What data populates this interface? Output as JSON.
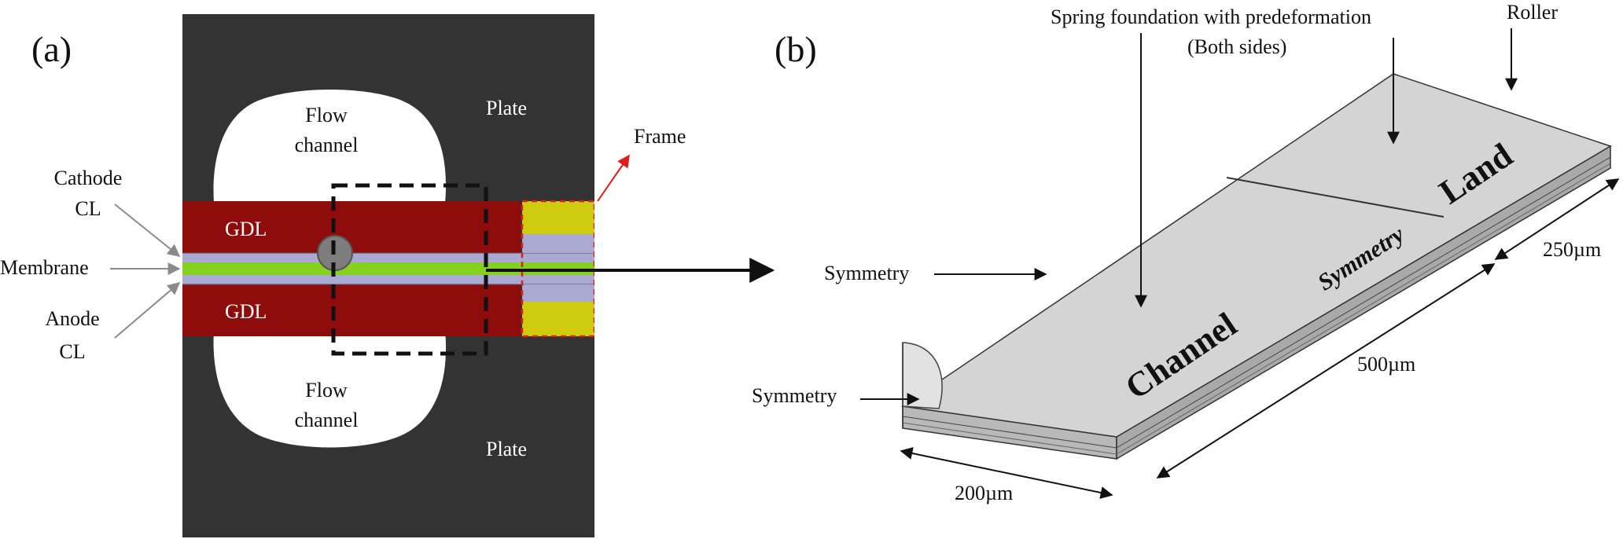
{
  "panel_a": {
    "label": "(a)",
    "plate_top": "Plate",
    "plate_bottom": "Plate",
    "flow_top_line1": "Flow",
    "flow_top_line2": "channel",
    "flow_bottom_line1": "Flow",
    "flow_bottom_line2": "channel",
    "gdl_top": "GDL",
    "gdl_bottom": "GDL",
    "frame": "Frame",
    "cathode_line1": "Cathode",
    "cathode_line2": "CL",
    "membrane": "Membrane",
    "anode_line1": "Anode",
    "anode_line2": "CL"
  },
  "panel_b": {
    "label": "(b)",
    "spring_line1": "Spring  foundation with predeformation",
    "spring_line2": "(Both sides)",
    "roller": "Roller",
    "symmetry_top": "Symmetry",
    "symmetry_bottom": "Symmetry",
    "symmetry_side": "Symmetry",
    "channel": "Channel",
    "land": "Land",
    "dim_250": "250µm",
    "dim_500": "500µm",
    "dim_200": "200µm"
  },
  "colors": {
    "plate": "#333333",
    "gdl": "#8e0c0c",
    "catalyst_layer": "#a9a9d1",
    "membrane": "#86d11f",
    "frame": "#cfcc10",
    "slab_top": "#d4d4d4"
  }
}
